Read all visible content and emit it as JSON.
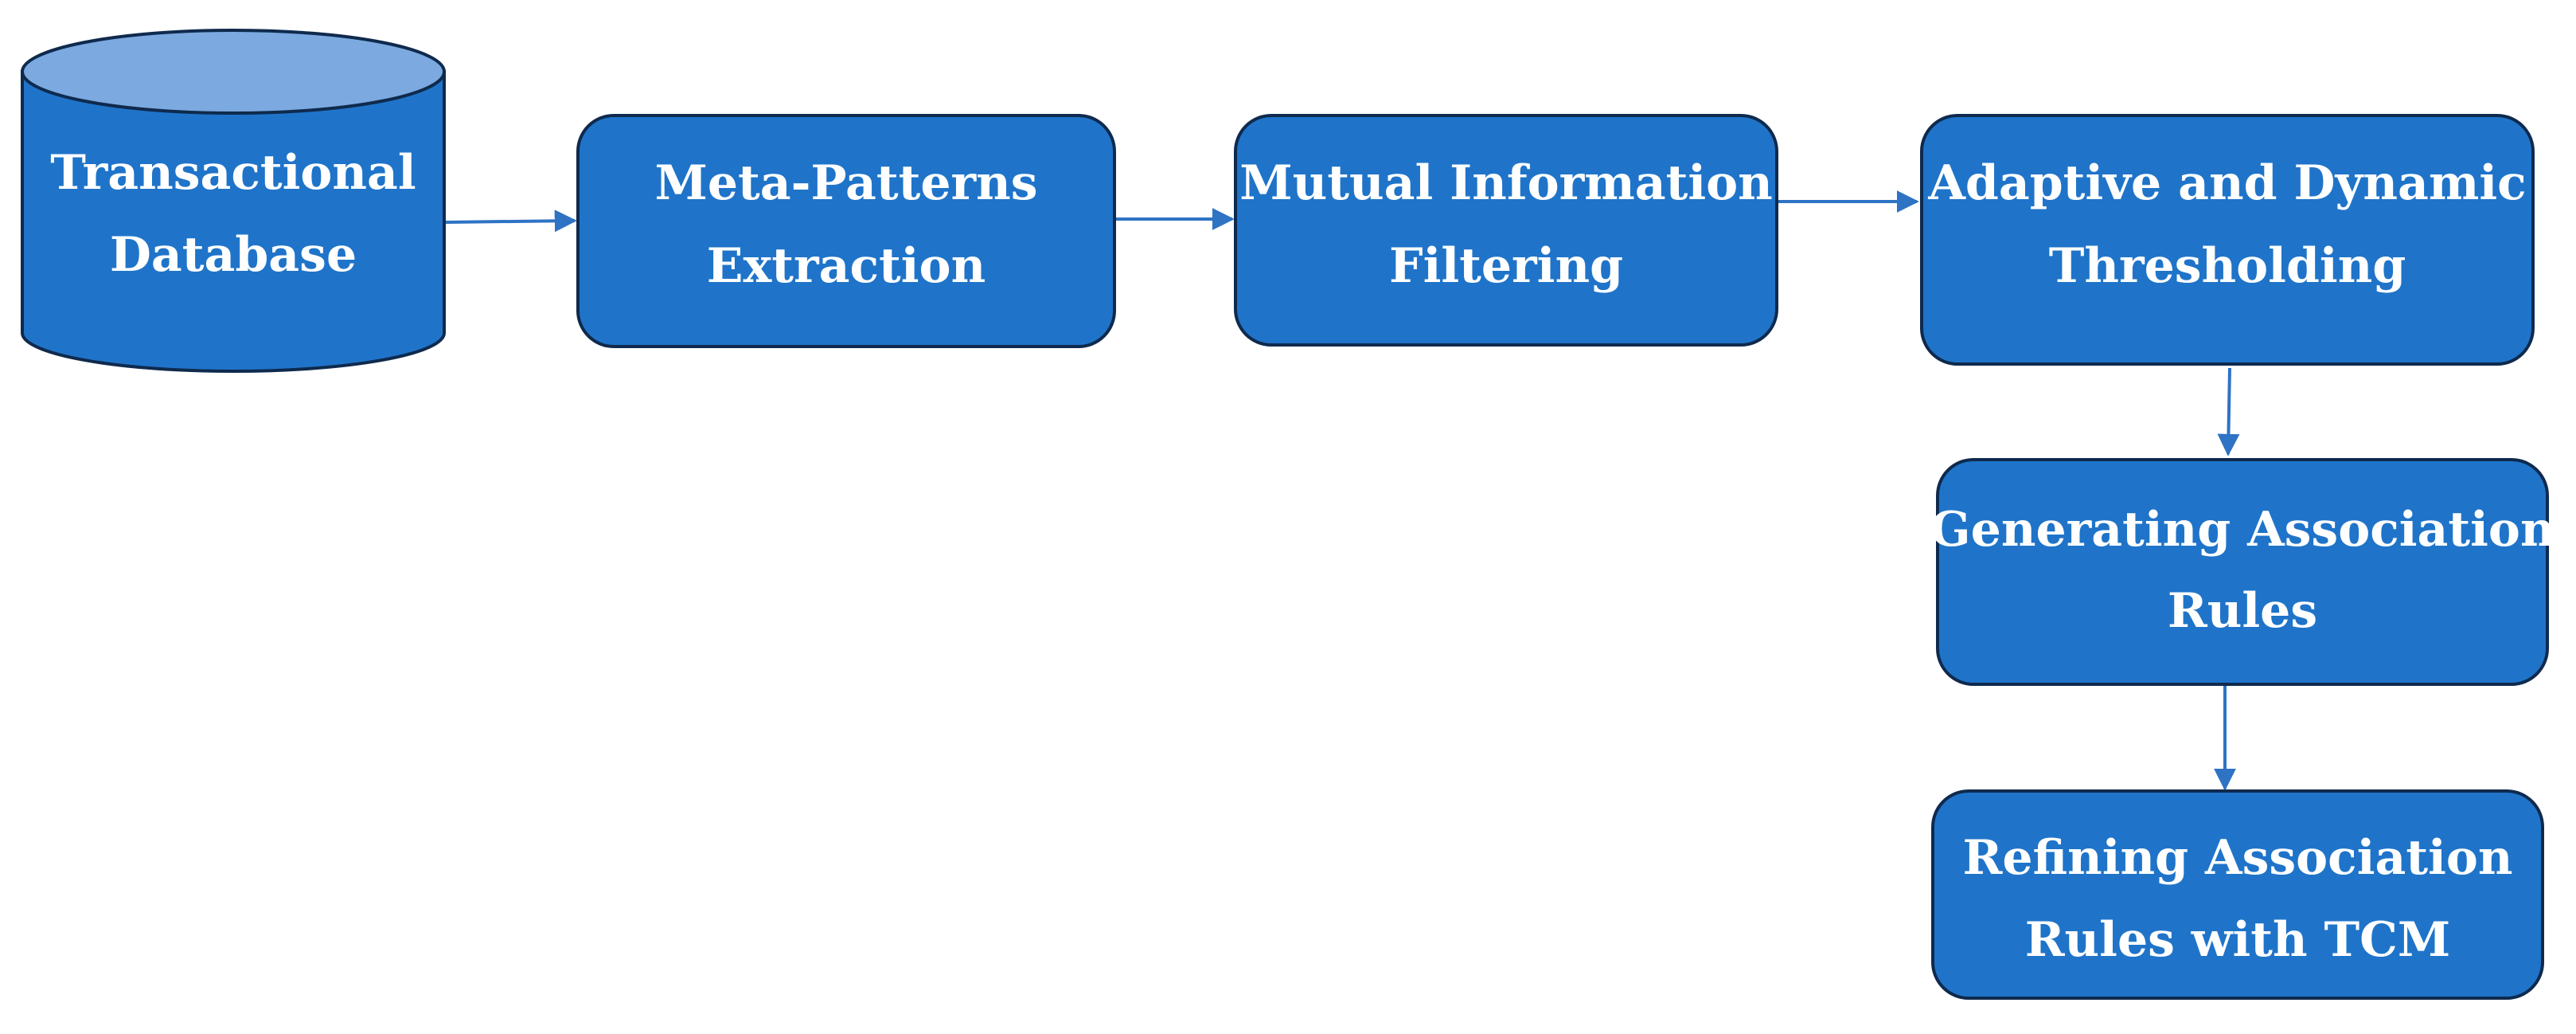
{
  "colors": {
    "node_fill": "#1f74c9",
    "node_border": "#0f2a4d",
    "cylinder_top": "#7ba9e0",
    "arrow": "#2e73c4",
    "text": "#ffffff"
  },
  "nodes": {
    "database": {
      "shape": "cylinder",
      "line1": "Transactional",
      "line2": "Database"
    },
    "meta_patterns": {
      "shape": "rounded-rectangle",
      "line1": "Meta-Patterns",
      "line2": "Extraction"
    },
    "mutual_info": {
      "shape": "rounded-rectangle",
      "line1": "Mutual Information",
      "line2": "Filtering"
    },
    "thresholding": {
      "shape": "rounded-rectangle",
      "line1": "Adaptive and Dynamic",
      "line2": "Thresholding"
    },
    "generating": {
      "shape": "rounded-rectangle",
      "line1": "Generating Association",
      "line2": "Rules"
    },
    "refining": {
      "shape": "rounded-rectangle",
      "line1": "Refining Association",
      "line2": "Rules with TCM"
    }
  },
  "edges": [
    {
      "from": "database",
      "to": "meta_patterns"
    },
    {
      "from": "meta_patterns",
      "to": "mutual_info"
    },
    {
      "from": "mutual_info",
      "to": "thresholding"
    },
    {
      "from": "thresholding",
      "to": "generating"
    },
    {
      "from": "generating",
      "to": "refining"
    }
  ]
}
